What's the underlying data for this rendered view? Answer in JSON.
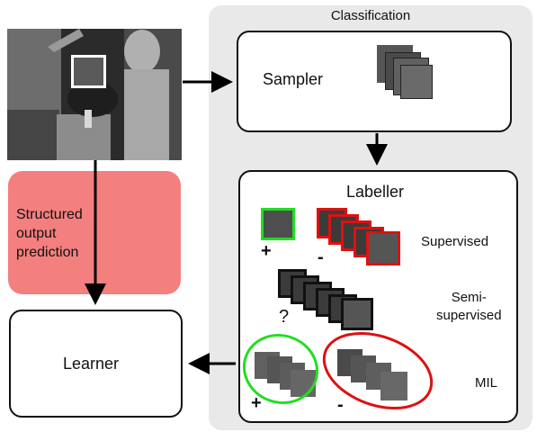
{
  "panel": {
    "title": "Classification"
  },
  "source_frame": {
    "name": "video frame with tracked target"
  },
  "sampler": {
    "label": "Sampler"
  },
  "labeller": {
    "title": "Labeller",
    "supervised": "Supervised",
    "semi_supervised": "Semi-\nsupervised",
    "mil": "MIL",
    "plus": "+",
    "minus": "-",
    "question": "?"
  },
  "structured": {
    "label": "Structured\noutput\nprediction"
  },
  "learner": {
    "label": "Learner"
  },
  "colors": {
    "panel_bg": "#e9e9e9",
    "positive": "#22dd22",
    "negative": "#dd1111",
    "structured_bg": "#f47f7f",
    "arrow": "#000000"
  },
  "icons": [
    "target-thumbnail-icon",
    "sample-stack-icon",
    "arrow-icon"
  ]
}
